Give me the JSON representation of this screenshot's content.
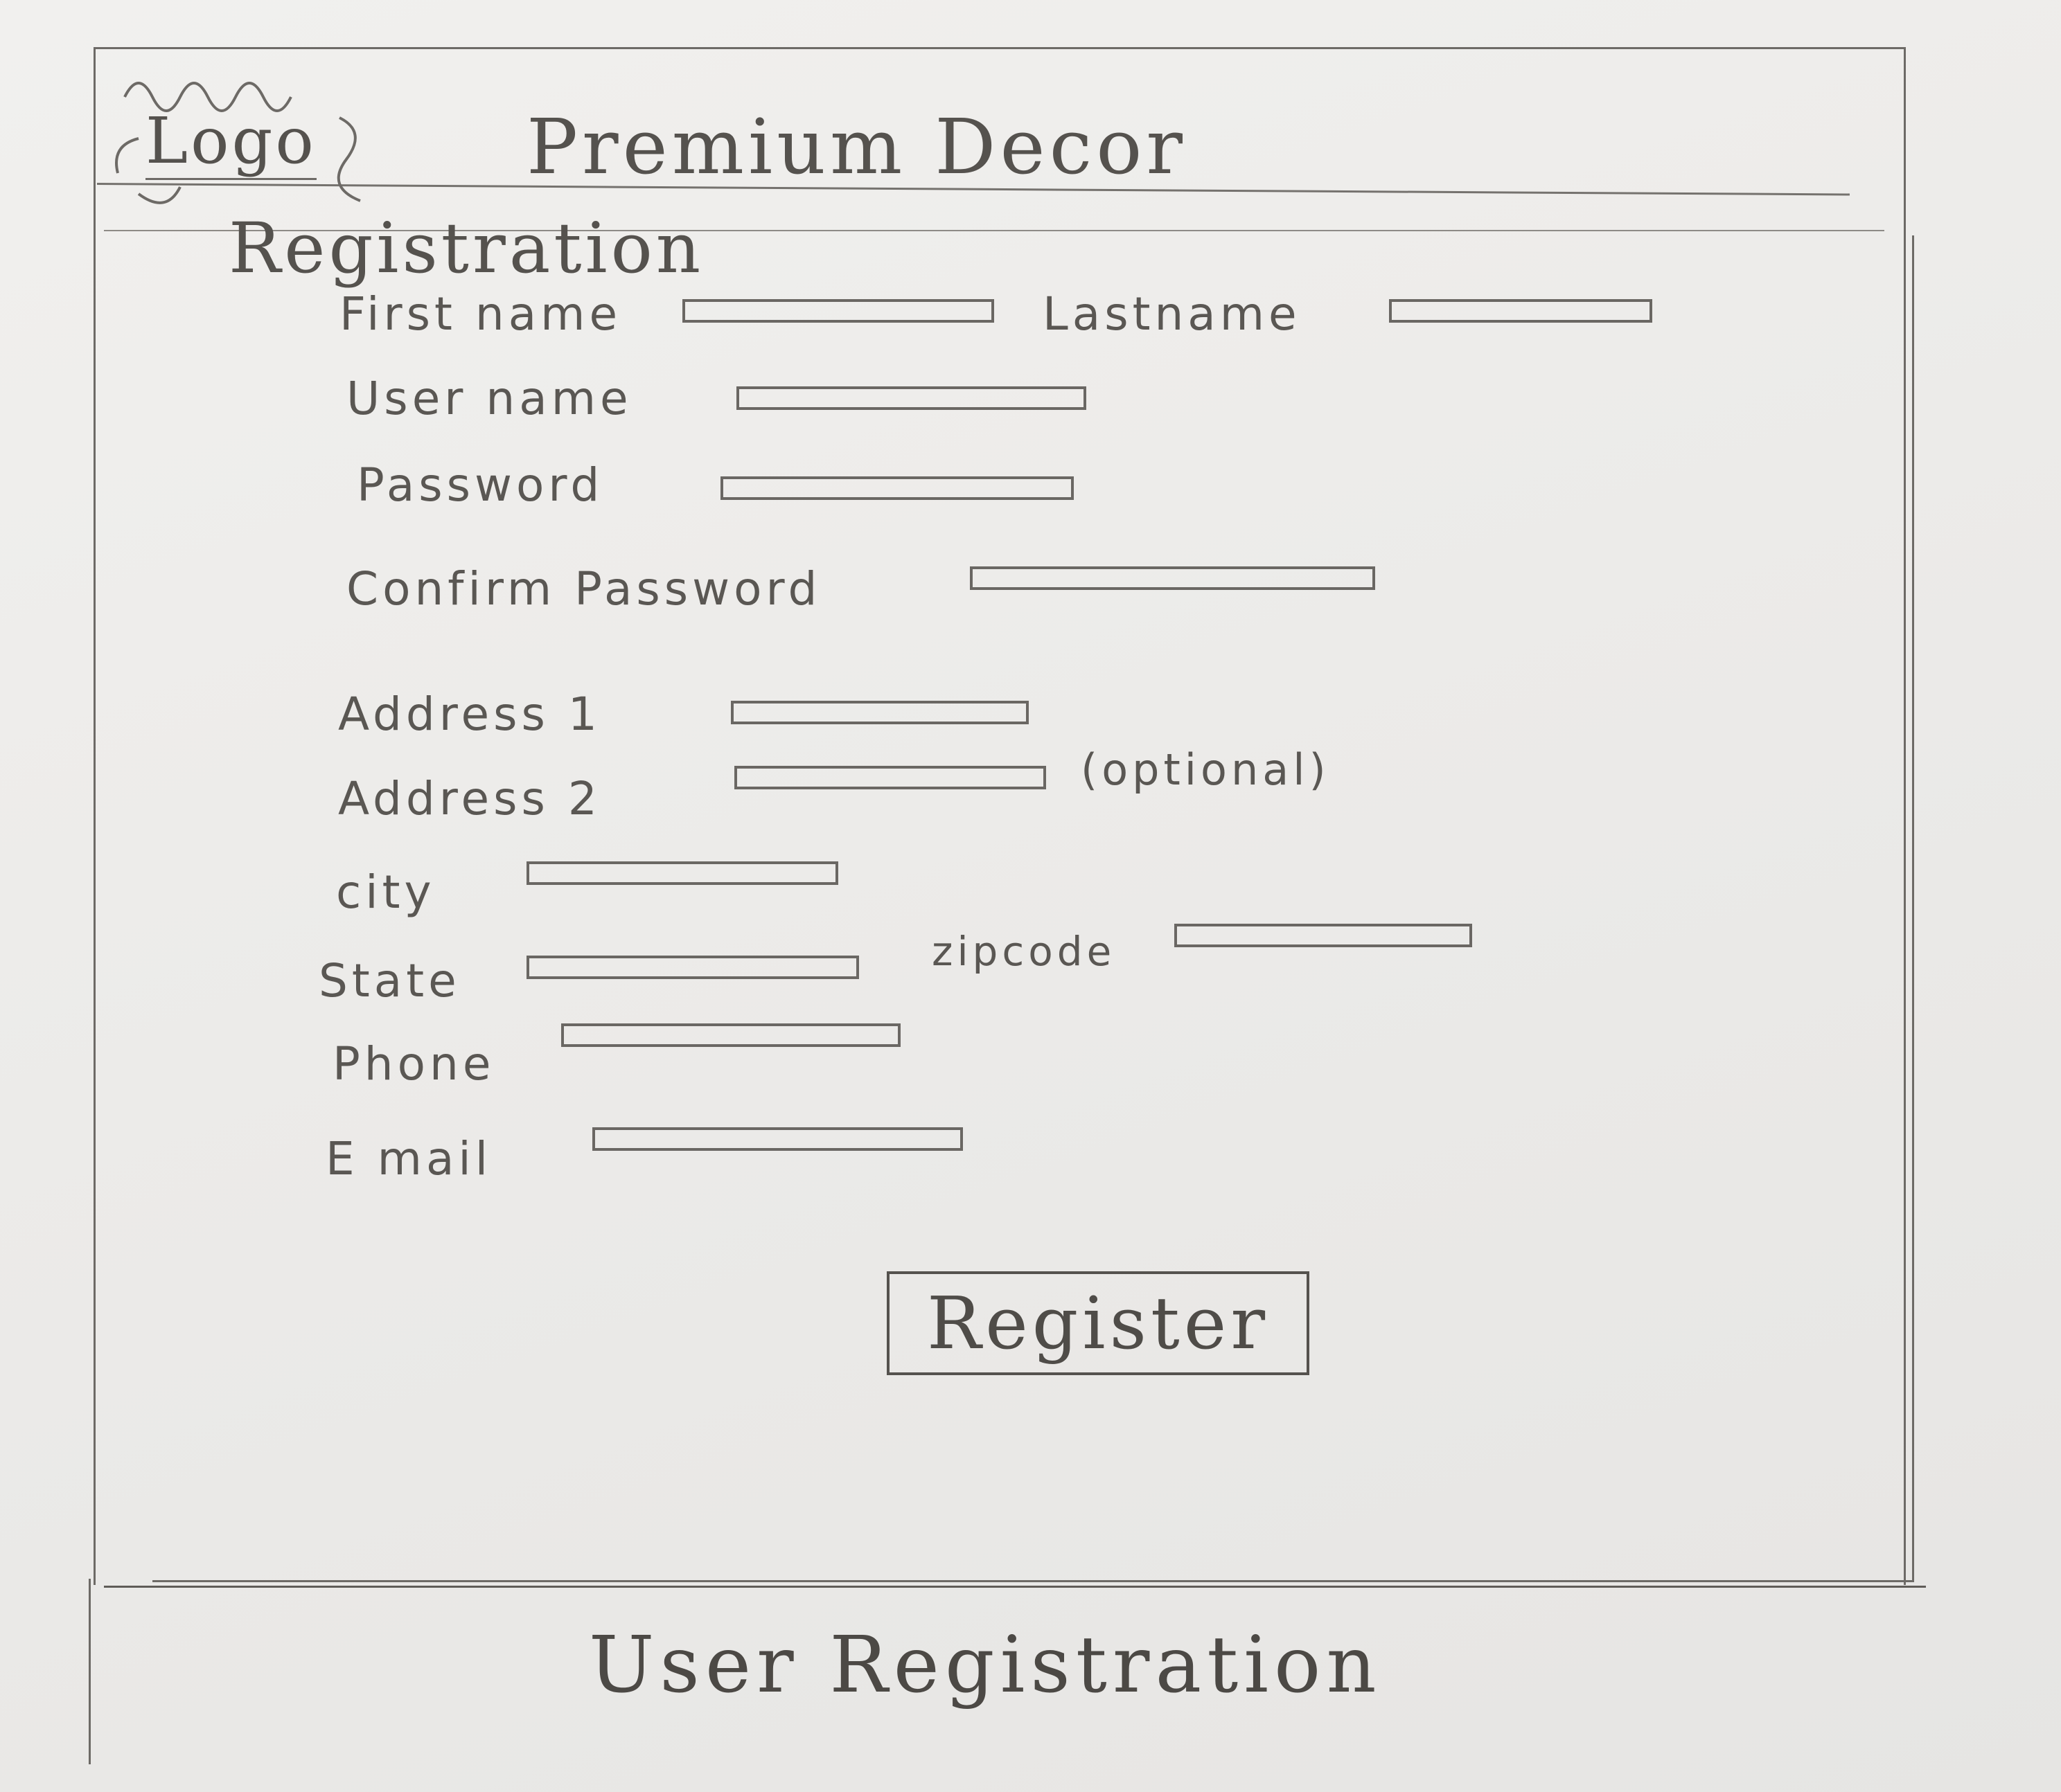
{
  "header": {
    "logo_text": "Logo",
    "site_title": "Premium Decor"
  },
  "form": {
    "section_title": "Registration",
    "first_name_label": "First name",
    "last_name_label": "Lastname",
    "username_label": "User name",
    "password_label": "Password",
    "confirm_password_label": "Confirm Password",
    "address1_label": "Address 1",
    "address2_label": "Address 2",
    "address2_note": "(optional)",
    "city_label": "city",
    "state_label": "State",
    "zipcode_label": "zipcode",
    "phone_label": "Phone",
    "email_label": "E mail",
    "register_button": "Register"
  },
  "footer": {
    "caption": "User Registration"
  }
}
